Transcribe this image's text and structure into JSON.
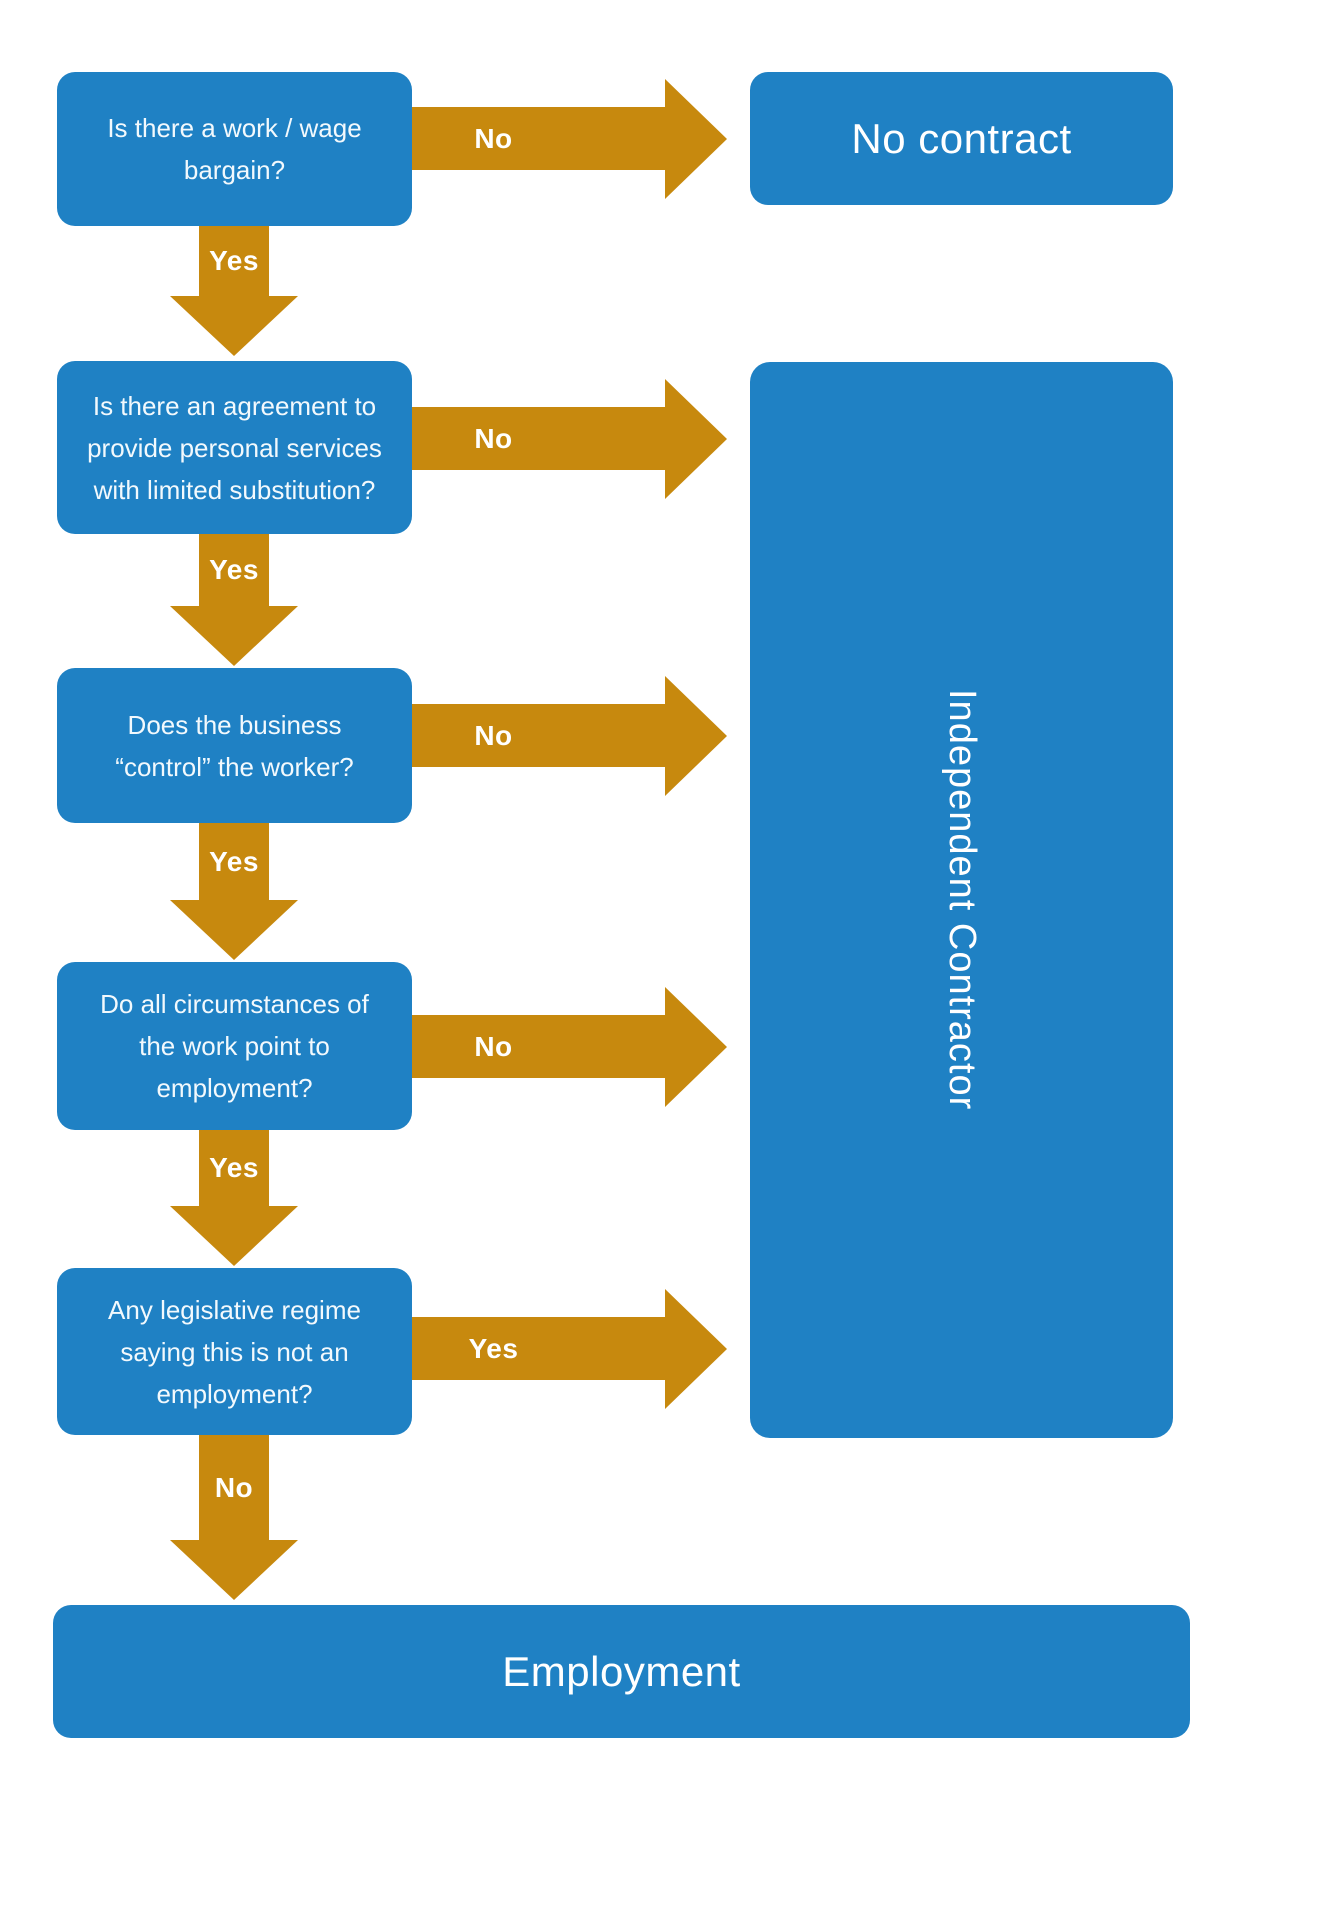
{
  "colors": {
    "node_blue": "#1F81C4",
    "arrow_gold": "#C7890E",
    "text_white": "#FFFFFF"
  },
  "nodes": {
    "q1": "Is there a work / wage bargain?",
    "q2": "Is there an agreement to provide personal services with limited substitution?",
    "q3": "Does the business “control” the worker?",
    "q4": "Do all circumstances of the work point to employment?",
    "q5": "Any legislative regime saying this is not an employment?",
    "no_contract": "No contract",
    "independent_contractor": "Independent Contractor",
    "employment": "Employment"
  },
  "edges": {
    "q1_no": "No",
    "q1_yes": "Yes",
    "q2_no": "No",
    "q2_yes": "Yes",
    "q3_no": "No",
    "q3_yes": "Yes",
    "q4_no": "No",
    "q4_yes": "Yes",
    "q5_yes": "Yes",
    "q5_no": "No"
  }
}
